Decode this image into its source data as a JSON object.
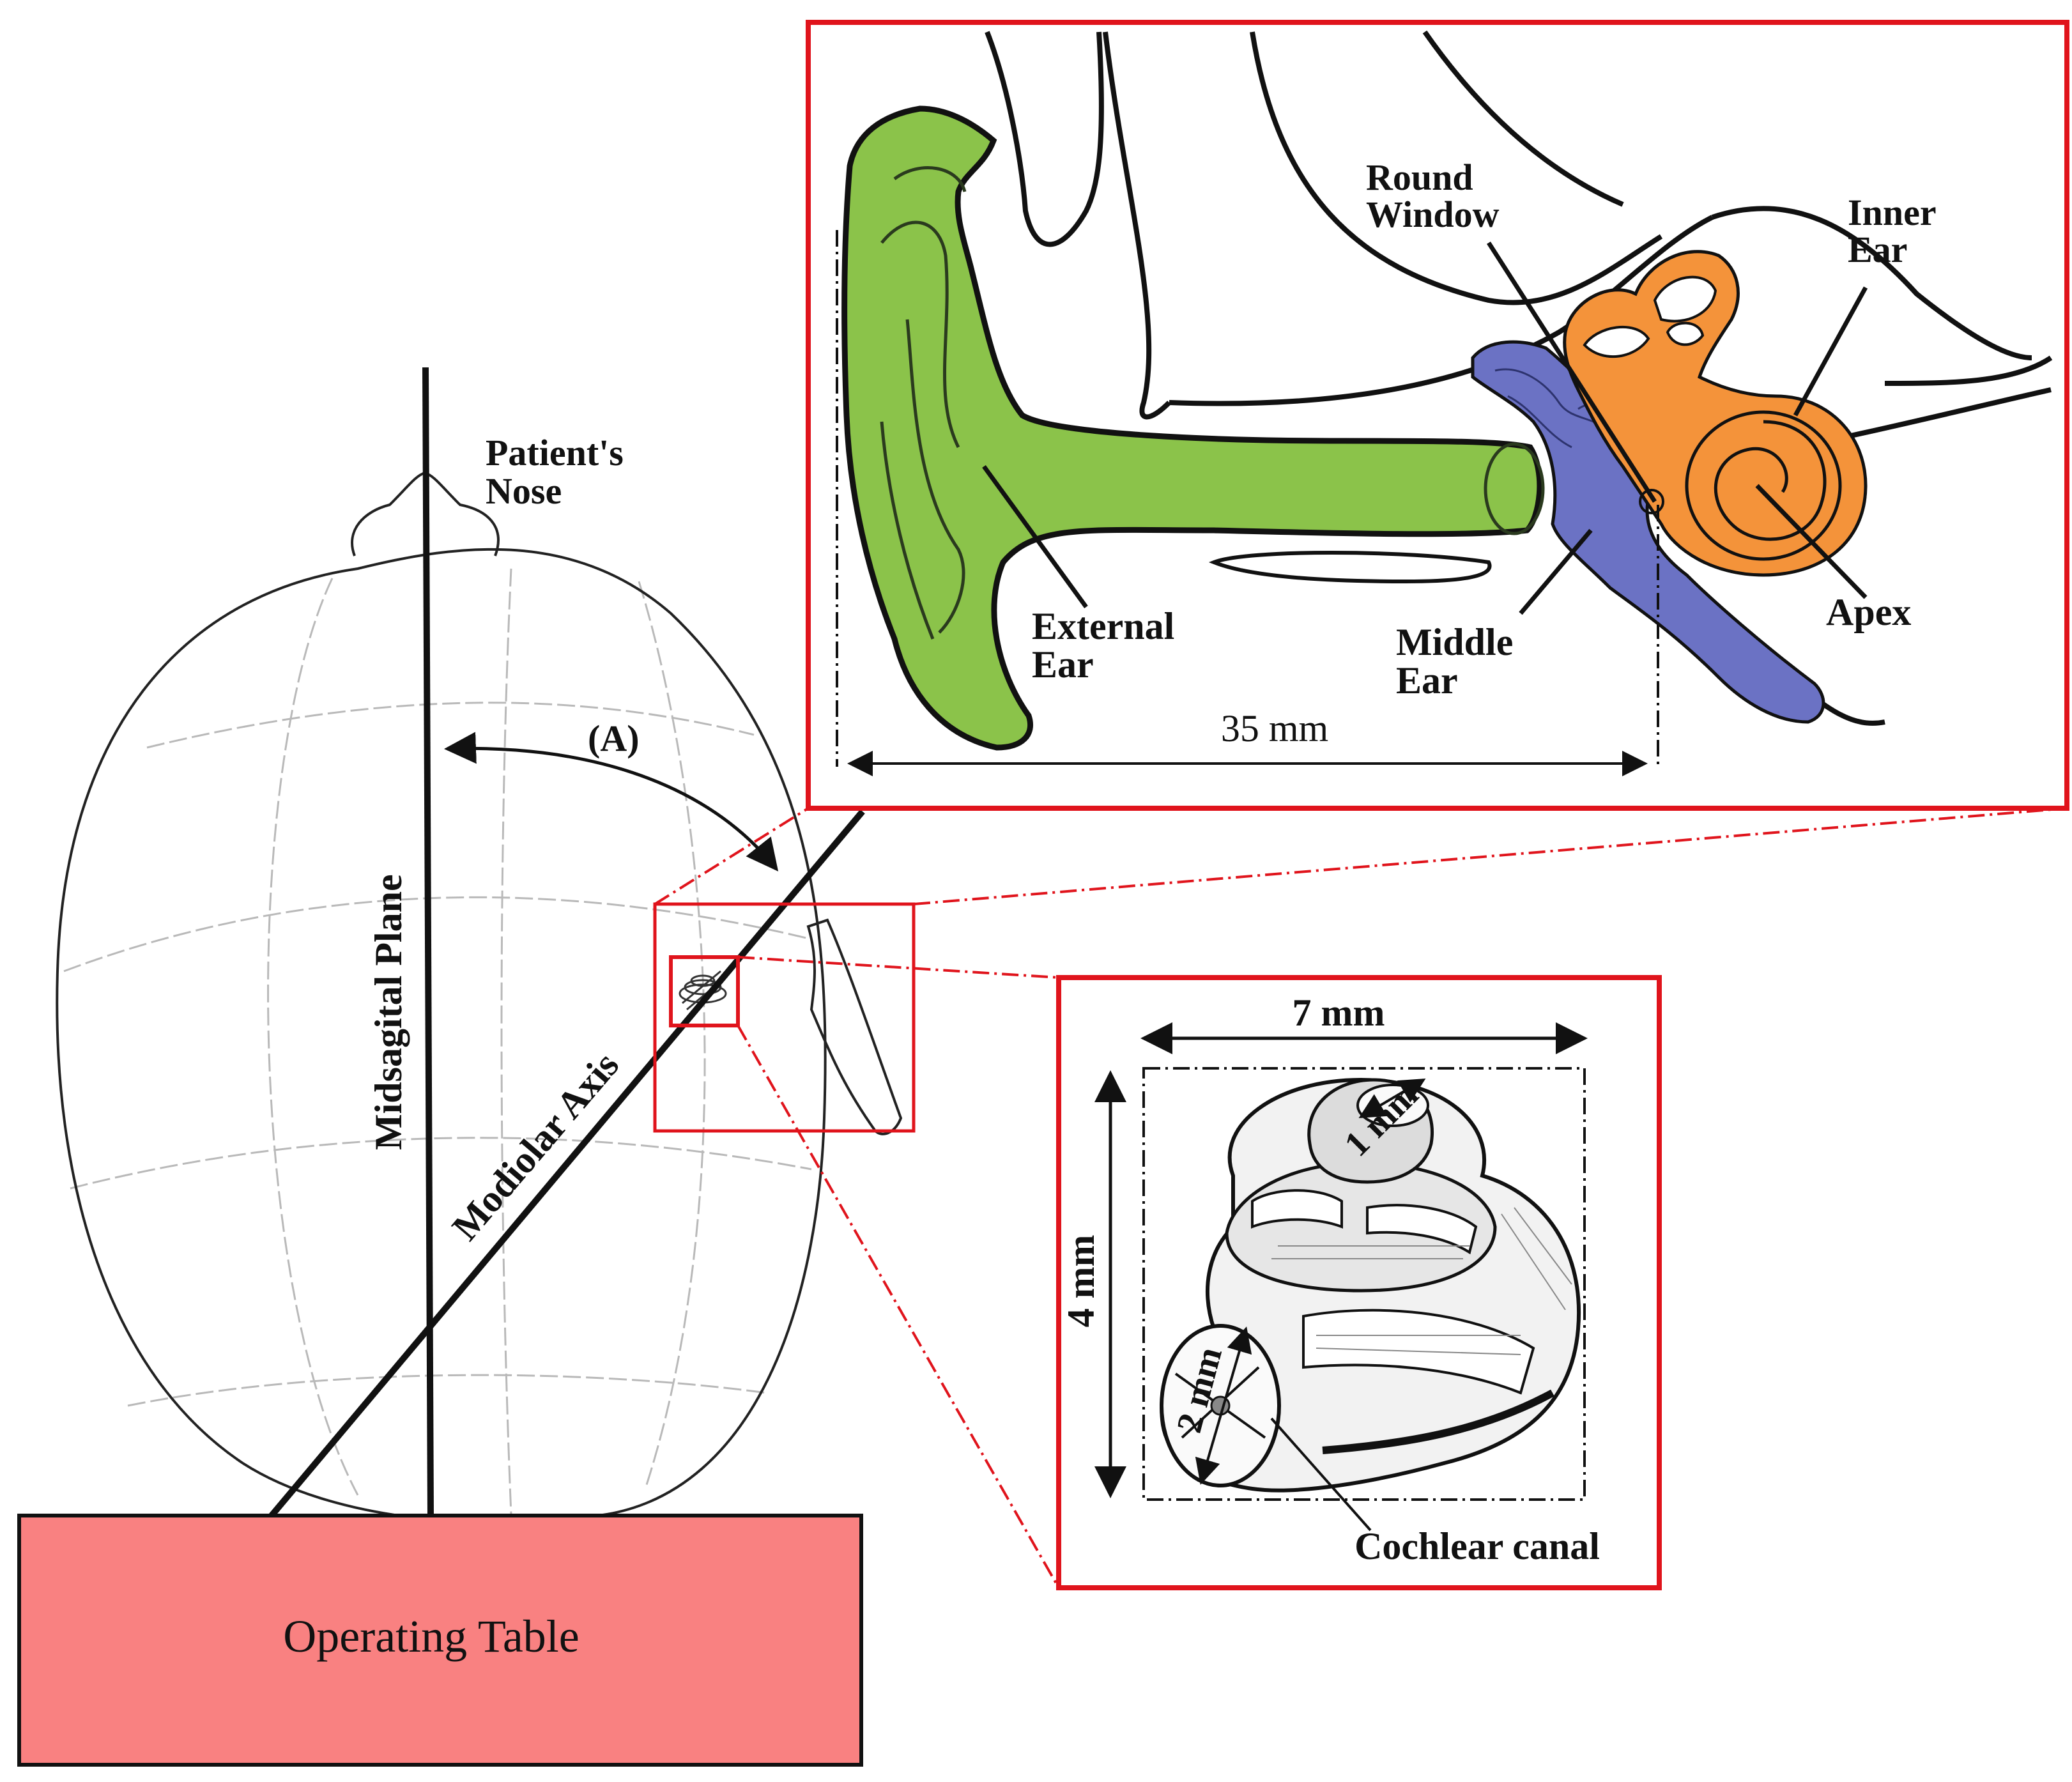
{
  "labels": {
    "patients_nose": [
      "Patient's",
      "Nose"
    ],
    "angle_a": "(A)",
    "midsagittal_plane": "Midsagital Plane",
    "modiolar_axis": "Modiolar Axis",
    "operating_table": "Operating Table",
    "round_window": [
      "Round",
      "Window"
    ],
    "inner_ear": [
      "Inner",
      "Ear"
    ],
    "external_ear": [
      "External",
      "Ear"
    ],
    "middle_ear": [
      "Middle",
      "Ear"
    ],
    "apex": "Apex",
    "dim_35": "35 mm",
    "dim_7": "7 mm",
    "dim_4": "4 mm",
    "dim_1": "1 mm",
    "dim_2": "2 mm",
    "cochlear_canal": "Cochlear canal"
  },
  "colors": {
    "external_ear": "#8bc34a",
    "middle_ear": "#6b72c4",
    "inner_ear": "#f4933a",
    "table": "#f98181",
    "frame": "#e0141c",
    "lines": "#111111"
  }
}
